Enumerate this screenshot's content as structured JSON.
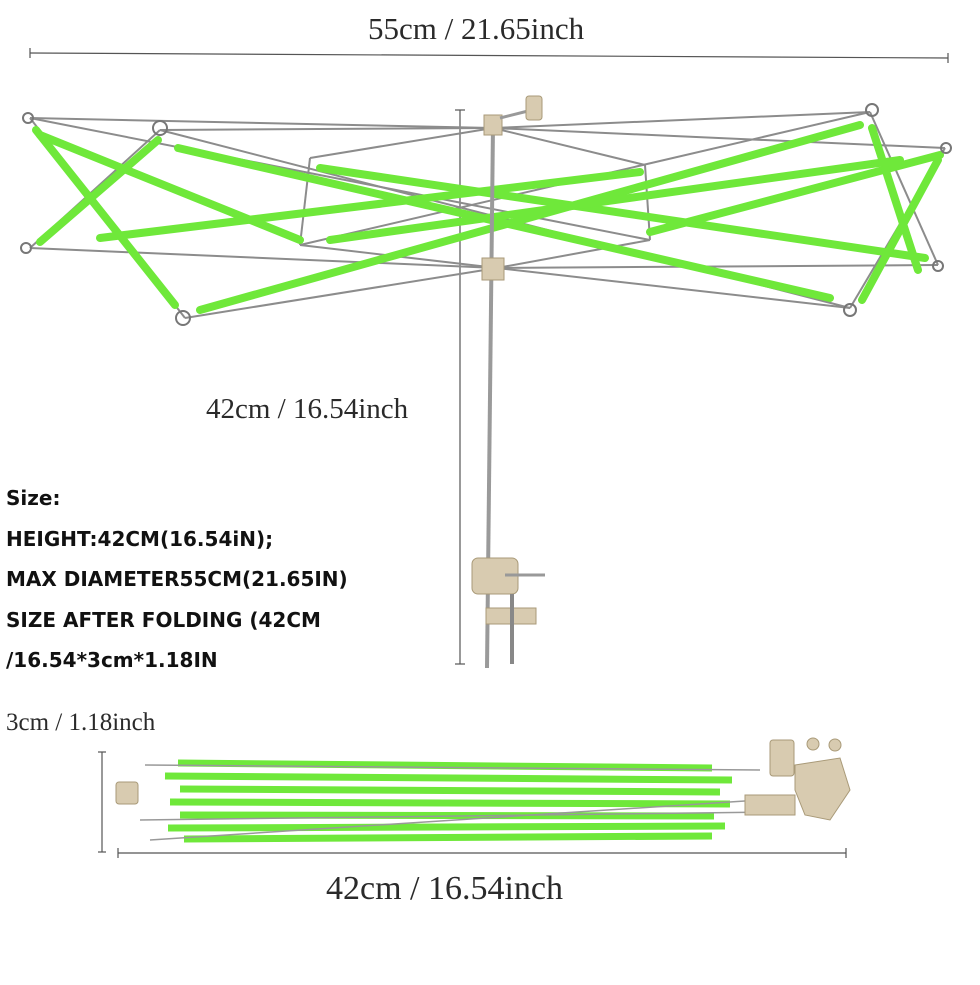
{
  "dimensions": {
    "max_diameter": "55cm / 21.65inch",
    "height": "42cm / 16.54inch",
    "folded_thickness": "3cm / 1.18inch",
    "folded_length": "42cm / 16.54inch"
  },
  "size_info": {
    "heading": "Size:",
    "line1": "HEIGHT:42CM(16.54iN);",
    "line2": "MAX DIAMETER55CM(21.65IN)",
    "line3": "SIZE AFTER FOLDING (42CM",
    "line4": "/16.54*3cm*1.18IN"
  },
  "colors": {
    "rib_green": "#6fe83a",
    "rib_green_dark": "#4fcf1e",
    "wire": "#8c8c8c",
    "clamp": "#d8cbb0",
    "dimension_line": "#555555"
  }
}
